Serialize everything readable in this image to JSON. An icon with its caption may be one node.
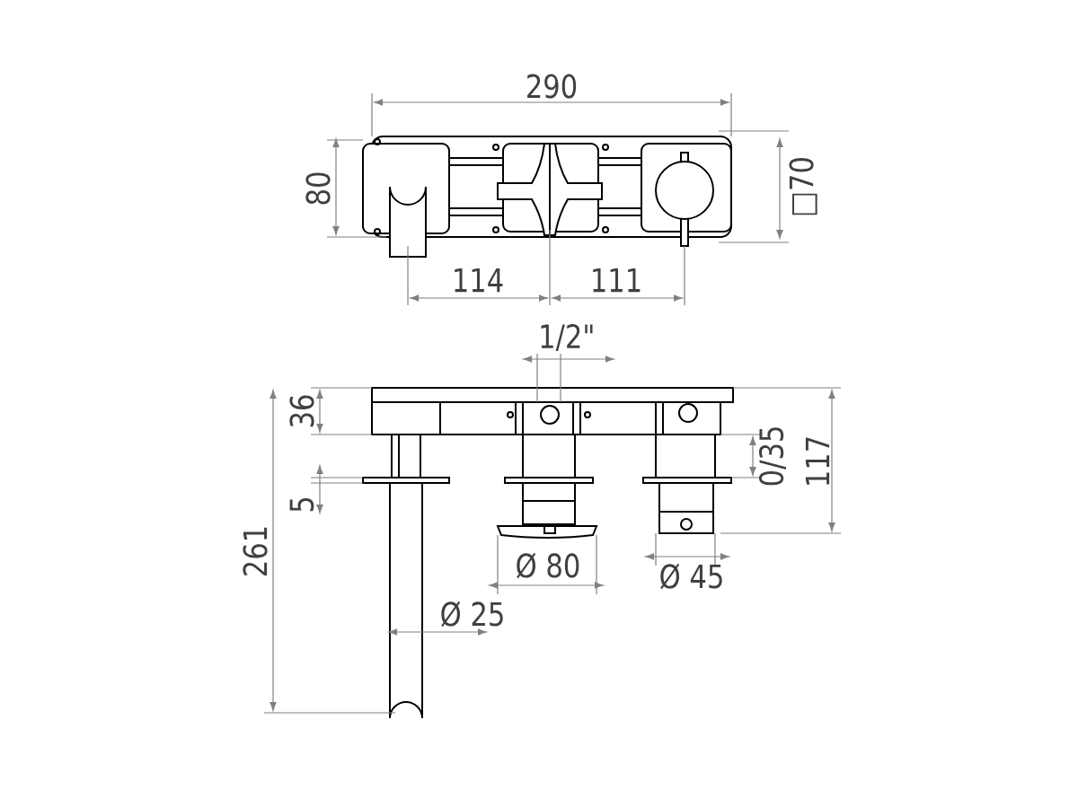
{
  "diagram": {
    "labels": [
      "290",
      "80",
      "□70",
      "114",
      "111",
      "1/2\"",
      "36",
      "0/35",
      "117",
      "5",
      "261",
      "Ø 80",
      "Ø 45",
      "Ø 25"
    ]
  }
}
